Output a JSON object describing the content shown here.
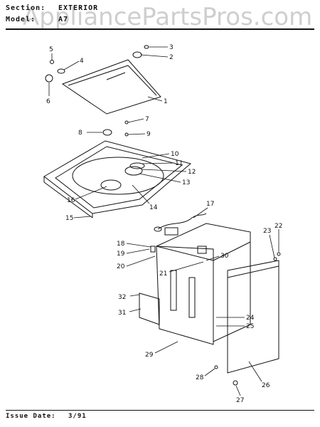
{
  "header": {
    "section_label": "Section:",
    "section_value": "EXTERIOR",
    "model_label": "Model:",
    "model_value": "A7"
  },
  "watermark": "AppliancePartsPros.com",
  "footer": {
    "issue_label": "Issue Date:",
    "issue_value": "3/91"
  },
  "callouts": [
    "1",
    "2",
    "3",
    "4",
    "5",
    "6",
    "7",
    "8",
    "9",
    "10",
    "11",
    "12",
    "13",
    "14",
    "15",
    "16",
    "17",
    "18",
    "19",
    "20",
    "21",
    "22",
    "23",
    "24",
    "25",
    "26",
    "27",
    "28",
    "29",
    "30",
    "31",
    "32"
  ]
}
